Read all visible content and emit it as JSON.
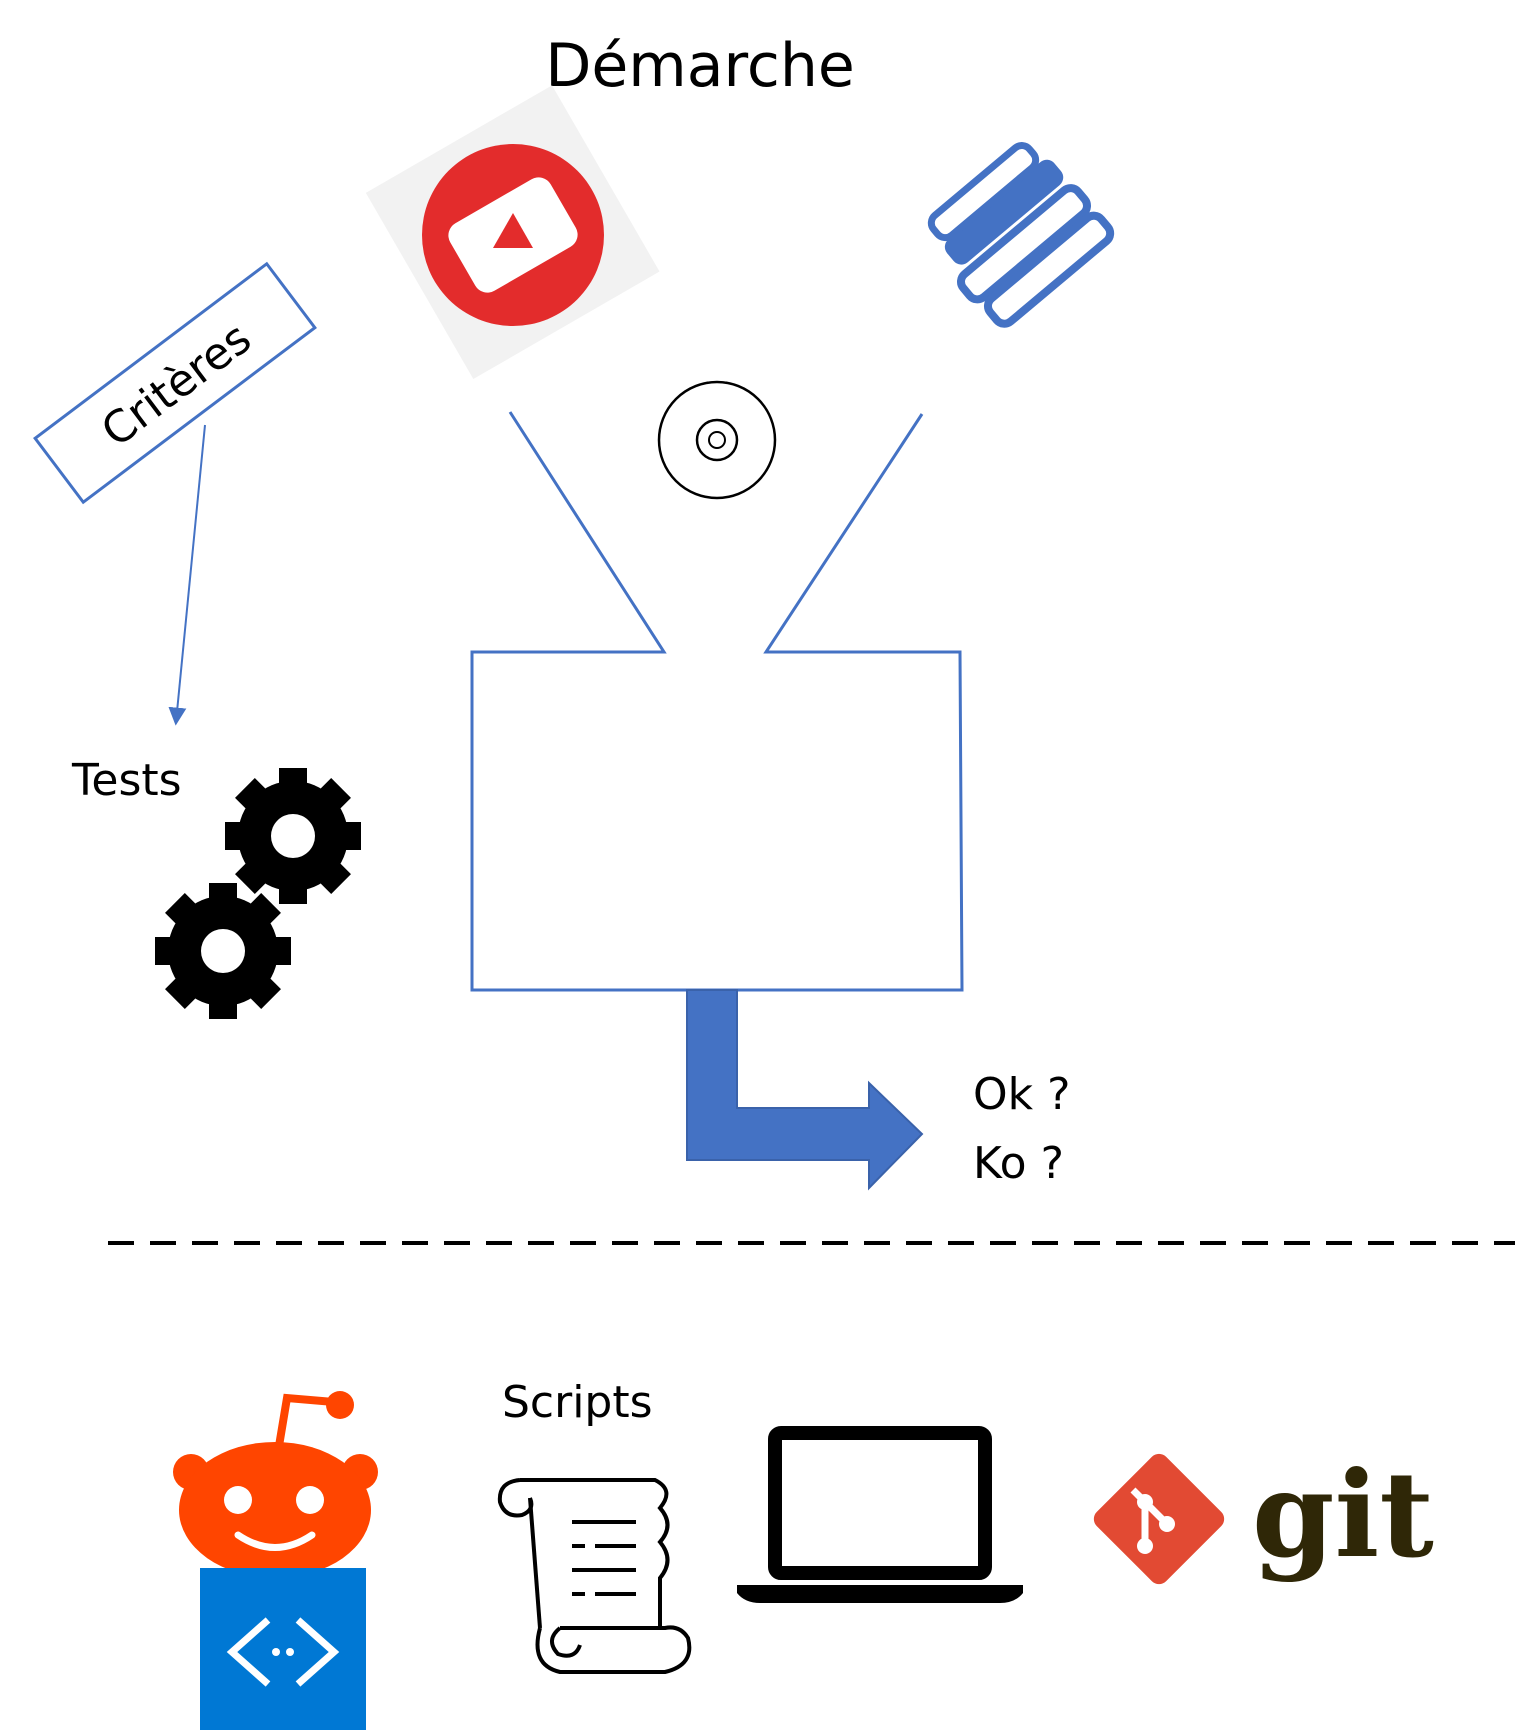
{
  "title": "Démarche",
  "criteria_label": "Critères",
  "tests_label": "Tests",
  "result": {
    "ok": "Ok ?",
    "ko": "Ko ?"
  },
  "scripts_label": "Scripts",
  "git_label": "git",
  "colors": {
    "diagram_blue": "#4472c4",
    "arrow_fill": "#4472c4",
    "youtube_red": "#e32c2c",
    "books_blue": "#4472c4",
    "reddit_orange": "#ff4500",
    "api_blue": "#0078d4",
    "git_red": "#e24a33",
    "git_text": "#2f2707"
  },
  "icons": {
    "youtube": "youtube-icon",
    "books": "books-icon",
    "disc": "disc-icon",
    "gears": "gears-icon",
    "reddit": "reddit-icon",
    "api": "api-icon",
    "scroll": "script-scroll-icon",
    "laptop": "laptop-icon",
    "git": "git-logo-icon"
  }
}
